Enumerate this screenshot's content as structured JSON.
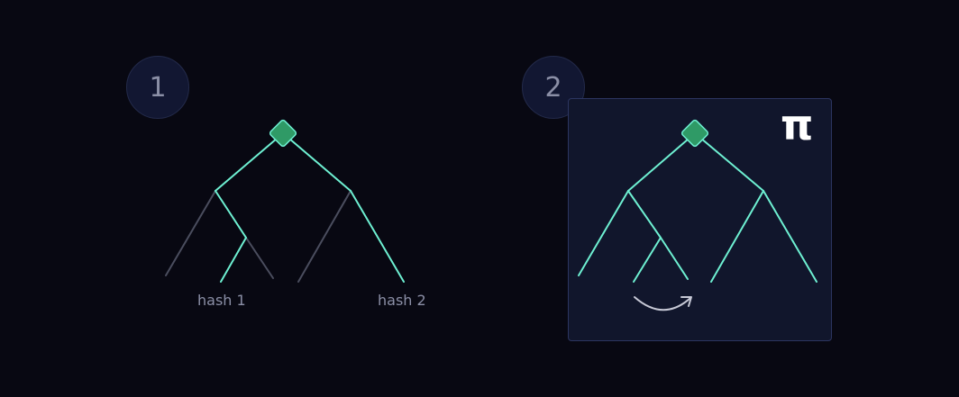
{
  "step_1": {
    "number": "1"
  },
  "step_2": {
    "number": "2"
  },
  "labels": {
    "hash_1": "hash 1",
    "hash_2": "hash 2",
    "proof_symbol": "π"
  },
  "colors": {
    "background": "#080812",
    "highlight_edge": "#6ef0d2",
    "inactive_edge": "#4a4d5e",
    "root_node": "#2f9a66",
    "panel": "#11162c"
  },
  "icons": [
    "root-node-icon",
    "swap-arrow-icon"
  ]
}
